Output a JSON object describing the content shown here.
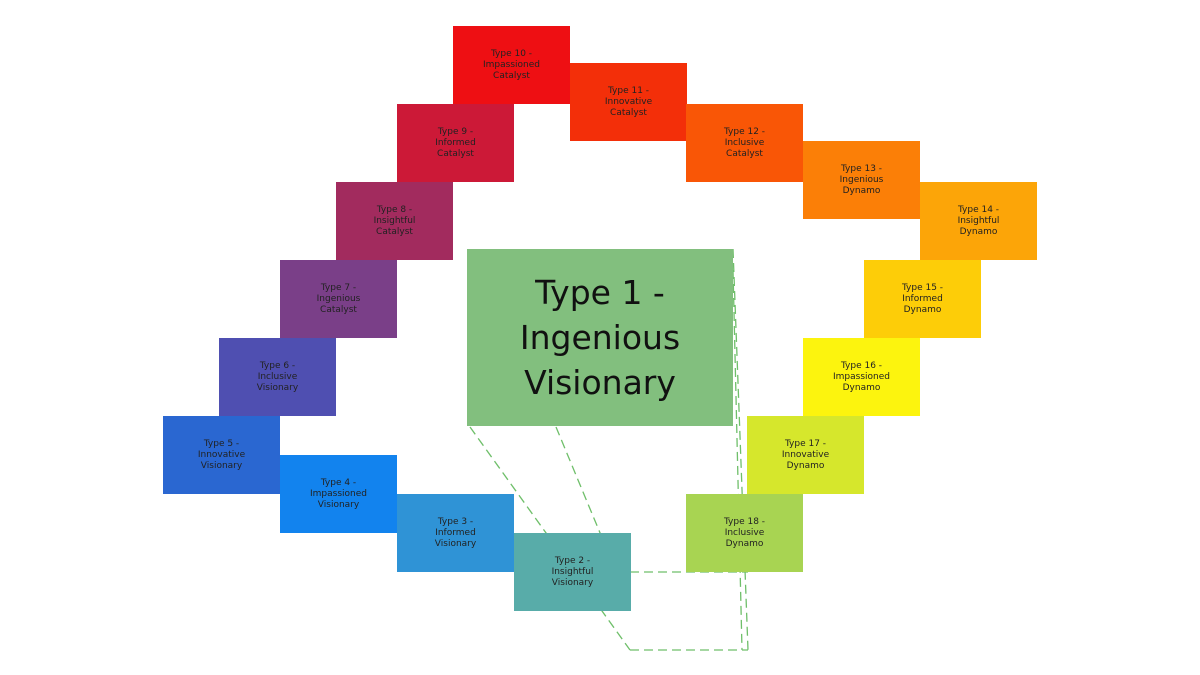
{
  "center": {
    "label": "Type 1 -\nIngenious\nVisionary",
    "color": "#82bf7e"
  },
  "connector_color": "#6fbf6a",
  "types": [
    {
      "label": "Type 2 -\nInsightful\nVisionary",
      "color": "#58aca9"
    },
    {
      "label": "Type 3 -\nInformed\nVisionary",
      "color": "#2f93d6"
    },
    {
      "label": "Type 4 -\nImpassioned\nVisionary",
      "color": "#1283ee"
    },
    {
      "label": "Type 5 -\nInnovative\nVisionary",
      "color": "#2a67d1"
    },
    {
      "label": "Type 6 -\nInclusive\nVisionary",
      "color": "#4f4fb1"
    },
    {
      "label": "Type 7 -\nIngenious\nCatalyst",
      "color": "#7a3f88"
    },
    {
      "label": "Type 8 -\nInsightful\nCatalyst",
      "color": "#a22b5e"
    },
    {
      "label": "Type 9 -\nInformed\nCatalyst",
      "color": "#cc1937"
    },
    {
      "label": "Type 10 -\nImpassioned\nCatalyst",
      "color": "#ee0f13"
    },
    {
      "label": "Type 11 -\nInnovative\nCatalyst",
      "color": "#f32f09"
    },
    {
      "label": "Type 12 -\nInclusive\nCatalyst",
      "color": "#f95606"
    },
    {
      "label": "Type 13 -\nIngenious\nDynamo",
      "color": "#fb7f07"
    },
    {
      "label": "Type 14 -\nInsightful\nDynamo",
      "color": "#fca508"
    },
    {
      "label": "Type 15 -\nInformed\nDynamo",
      "color": "#fdcd08"
    },
    {
      "label": "Type 16 -\nImpassioned\nDynamo",
      "color": "#fcf40e"
    },
    {
      "label": "Type 17 -\nInnovative\nDynamo",
      "color": "#d6e72c"
    },
    {
      "label": "Type 18 -\nInclusive\nDynamo",
      "color": "#a8d452"
    }
  ]
}
